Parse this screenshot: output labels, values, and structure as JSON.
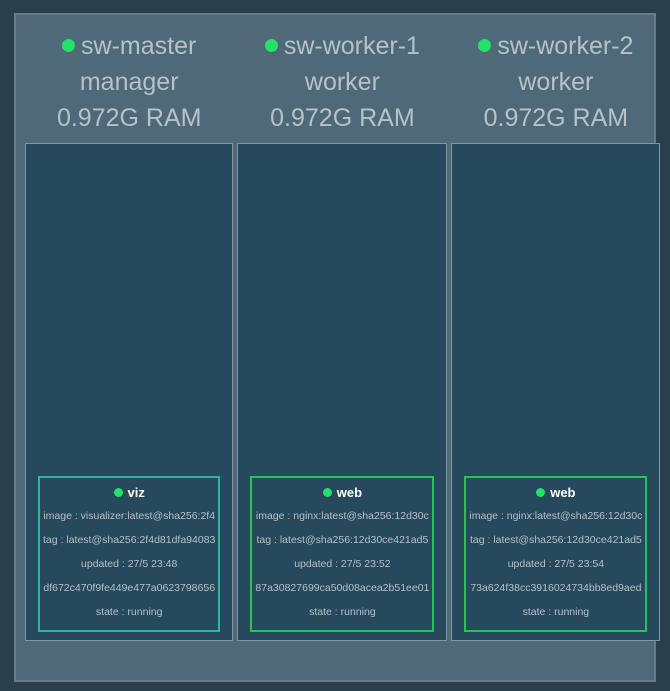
{
  "colors": {
    "status_running_dot": "#22e26a",
    "viz_card_border": "#2ab5a5",
    "web_card_border": "#25c455"
  },
  "nodes": [
    {
      "name": "sw-master",
      "role": "manager",
      "ram": "0.972G RAM",
      "container": {
        "name": "viz",
        "image": "image : visualizer:latest@sha256:2f4",
        "tag": "tag : latest@sha256:2f4d81dfa94083",
        "updated": "updated : 27/5 23:48",
        "hash": "df672c470f9fe449e477a0623798656",
        "state": "state : running",
        "border_color": "#2ab5a5"
      }
    },
    {
      "name": "sw-worker-1",
      "role": "worker",
      "ram": "0.972G RAM",
      "container": {
        "name": "web",
        "image": "image : nginx:latest@sha256:12d30c",
        "tag": "tag : latest@sha256:12d30ce421ad5",
        "updated": "updated : 27/5 23:52",
        "hash": "87a30827699ca50d08acea2b51ee01",
        "state": "state : running",
        "border_color": "#25c455"
      }
    },
    {
      "name": "sw-worker-2",
      "role": "worker",
      "ram": "0.972G RAM",
      "container": {
        "name": "web",
        "image": "image : nginx:latest@sha256:12d30c",
        "tag": "tag : latest@sha256:12d30ce421ad5",
        "updated": "updated : 27/5 23:54",
        "hash": "73a624f38cc3916024734bb8ed9aed",
        "state": "state : running",
        "border_color": "#25c455"
      }
    }
  ]
}
